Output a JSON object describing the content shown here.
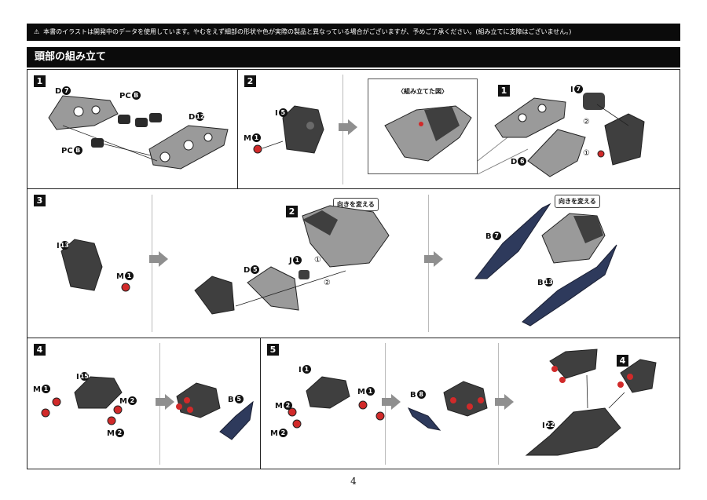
{
  "warning": {
    "icon": "warning-triangle-icon",
    "text": "本書のイラストは開発中のデータを使用しています。やむをえず細部の形状や色が実際の製品と異なっている場合がございますが、予めご了承ください。(組み立てに支障はございません。)"
  },
  "section_title": "頭部の組み立て",
  "steps": {
    "s1": {
      "number": "1",
      "labels": {
        "d7": "D",
        "d7n": "7",
        "pcb1": "PC",
        "pcb1n": "B",
        "d12": "D",
        "d12n": "12",
        "pcb2": "PC",
        "pcb2n": "B"
      }
    },
    "s2": {
      "number": "2",
      "labels": {
        "i5": "I",
        "i5n": "5",
        "m1": "M",
        "m1n": "1",
        "i7": "I",
        "i7n": "7",
        "d6": "D",
        "d6n": "6",
        "sub1": "1",
        "c1": "①",
        "c2": "②"
      },
      "inset_title": "〈組み立てた図〉"
    },
    "s3": {
      "number": "3",
      "labels": {
        "i13": "I",
        "i13n": "13",
        "m1": "M",
        "m1n": "1",
        "d5": "D",
        "d5n": "5",
        "j1": "J",
        "j1n": "1",
        "sub2": "2",
        "c1": "①",
        "c2": "②",
        "b7": "B",
        "b7n": "7",
        "b13": "B",
        "b13n": "13"
      },
      "callout1": "向きを変える",
      "callout2": "向きを変える"
    },
    "s4": {
      "number": "4",
      "labels": {
        "m1": "M",
        "m1n": "1",
        "i15": "I",
        "i15n": "15",
        "m2a": "M",
        "m2an": "2",
        "m2b": "M",
        "m2bn": "2",
        "b5": "B",
        "b5n": "5"
      }
    },
    "s5": {
      "number": "5",
      "labels": {
        "i1": "I",
        "i1n": "1",
        "m1": "M",
        "m1n": "1",
        "m2a": "M",
        "m2an": "2",
        "m2b": "M",
        "m2bn": "2",
        "b8": "B",
        "b8n": "8",
        "i22": "I",
        "i22n": "22",
        "sub4": "4"
      }
    }
  },
  "page_number": "4",
  "colors": {
    "dark_part": "#3f3f3f",
    "gray_part": "#9a9a9a",
    "navy_part": "#2e3a5c",
    "red_part": "#d12a2a",
    "arrow": "#8f8f8f"
  }
}
